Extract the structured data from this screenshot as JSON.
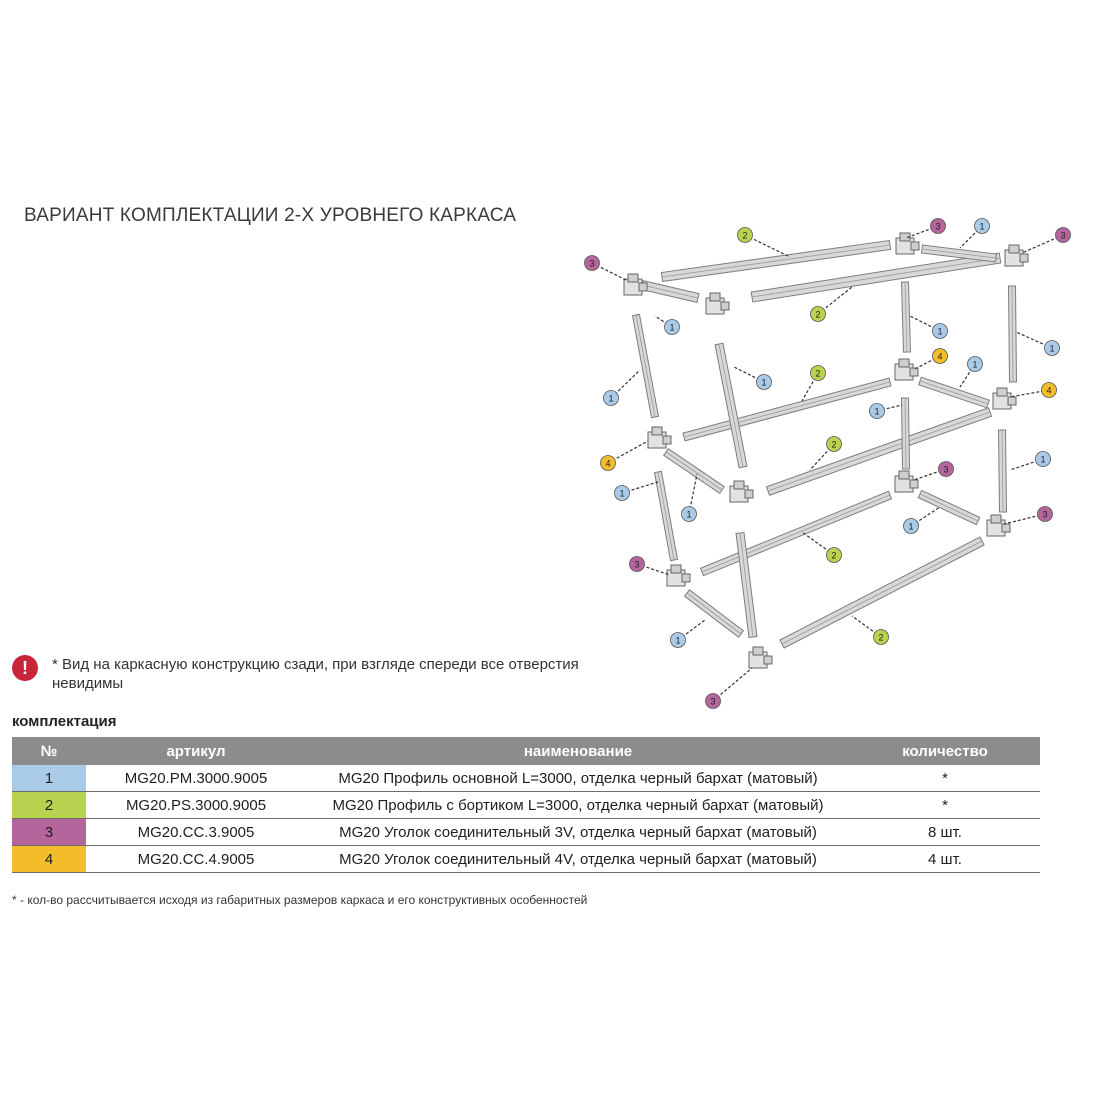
{
  "title": "ВАРИАНТ КОМПЛЕКТАЦИИ 2-Х УРОВНЕГО КАРКАСА",
  "colors": {
    "p1": "#a9cbe8",
    "p2": "#b8d34f",
    "p3": "#b4669c",
    "p4": "#f3bd2a",
    "profile_fill": "#d8d8d8",
    "profile_stroke": "#7d7d7d",
    "header_bg": "#8c8c8e",
    "warning": "#c8253b"
  },
  "note": {
    "icon": "exclamation-icon",
    "text": "* Вид на каркасную конструкцию сзади, при взгляде спереди все отверстия невидимы"
  },
  "section_label": "комплектация",
  "table": {
    "headers": [
      "№",
      "артикул",
      "наименование",
      "количество"
    ],
    "rows": [
      {
        "num": "1",
        "article": "MG20.PM.3000.9005",
        "name": "MG20 Профиль основной L=3000, отделка черный бархат (матовый)",
        "qty": "*"
      },
      {
        "num": "2",
        "article": "MG20.PS.3000.9005",
        "name": "MG20 Профиль с бортиком L=3000, отделка черный бархат (матовый)",
        "qty": "*"
      },
      {
        "num": "3",
        "article": "MG20.CC.3.9005",
        "name": "MG20 Уголок соединительный 3V, отделка черный бархат (матовый)",
        "qty": "8 шт."
      },
      {
        "num": "4",
        "article": "MG20.CC.4.9005",
        "name": "MG20 Уголок соединительный 4V, отделка черный бархат (матовый)",
        "qty": "4 шт."
      }
    ]
  },
  "footnote": "* - кол-во рассчитывается исходя из габаритных размеров каркаса и его конструктивных особенностей",
  "callout_labels": [
    "1",
    "2",
    "3",
    "4"
  ]
}
